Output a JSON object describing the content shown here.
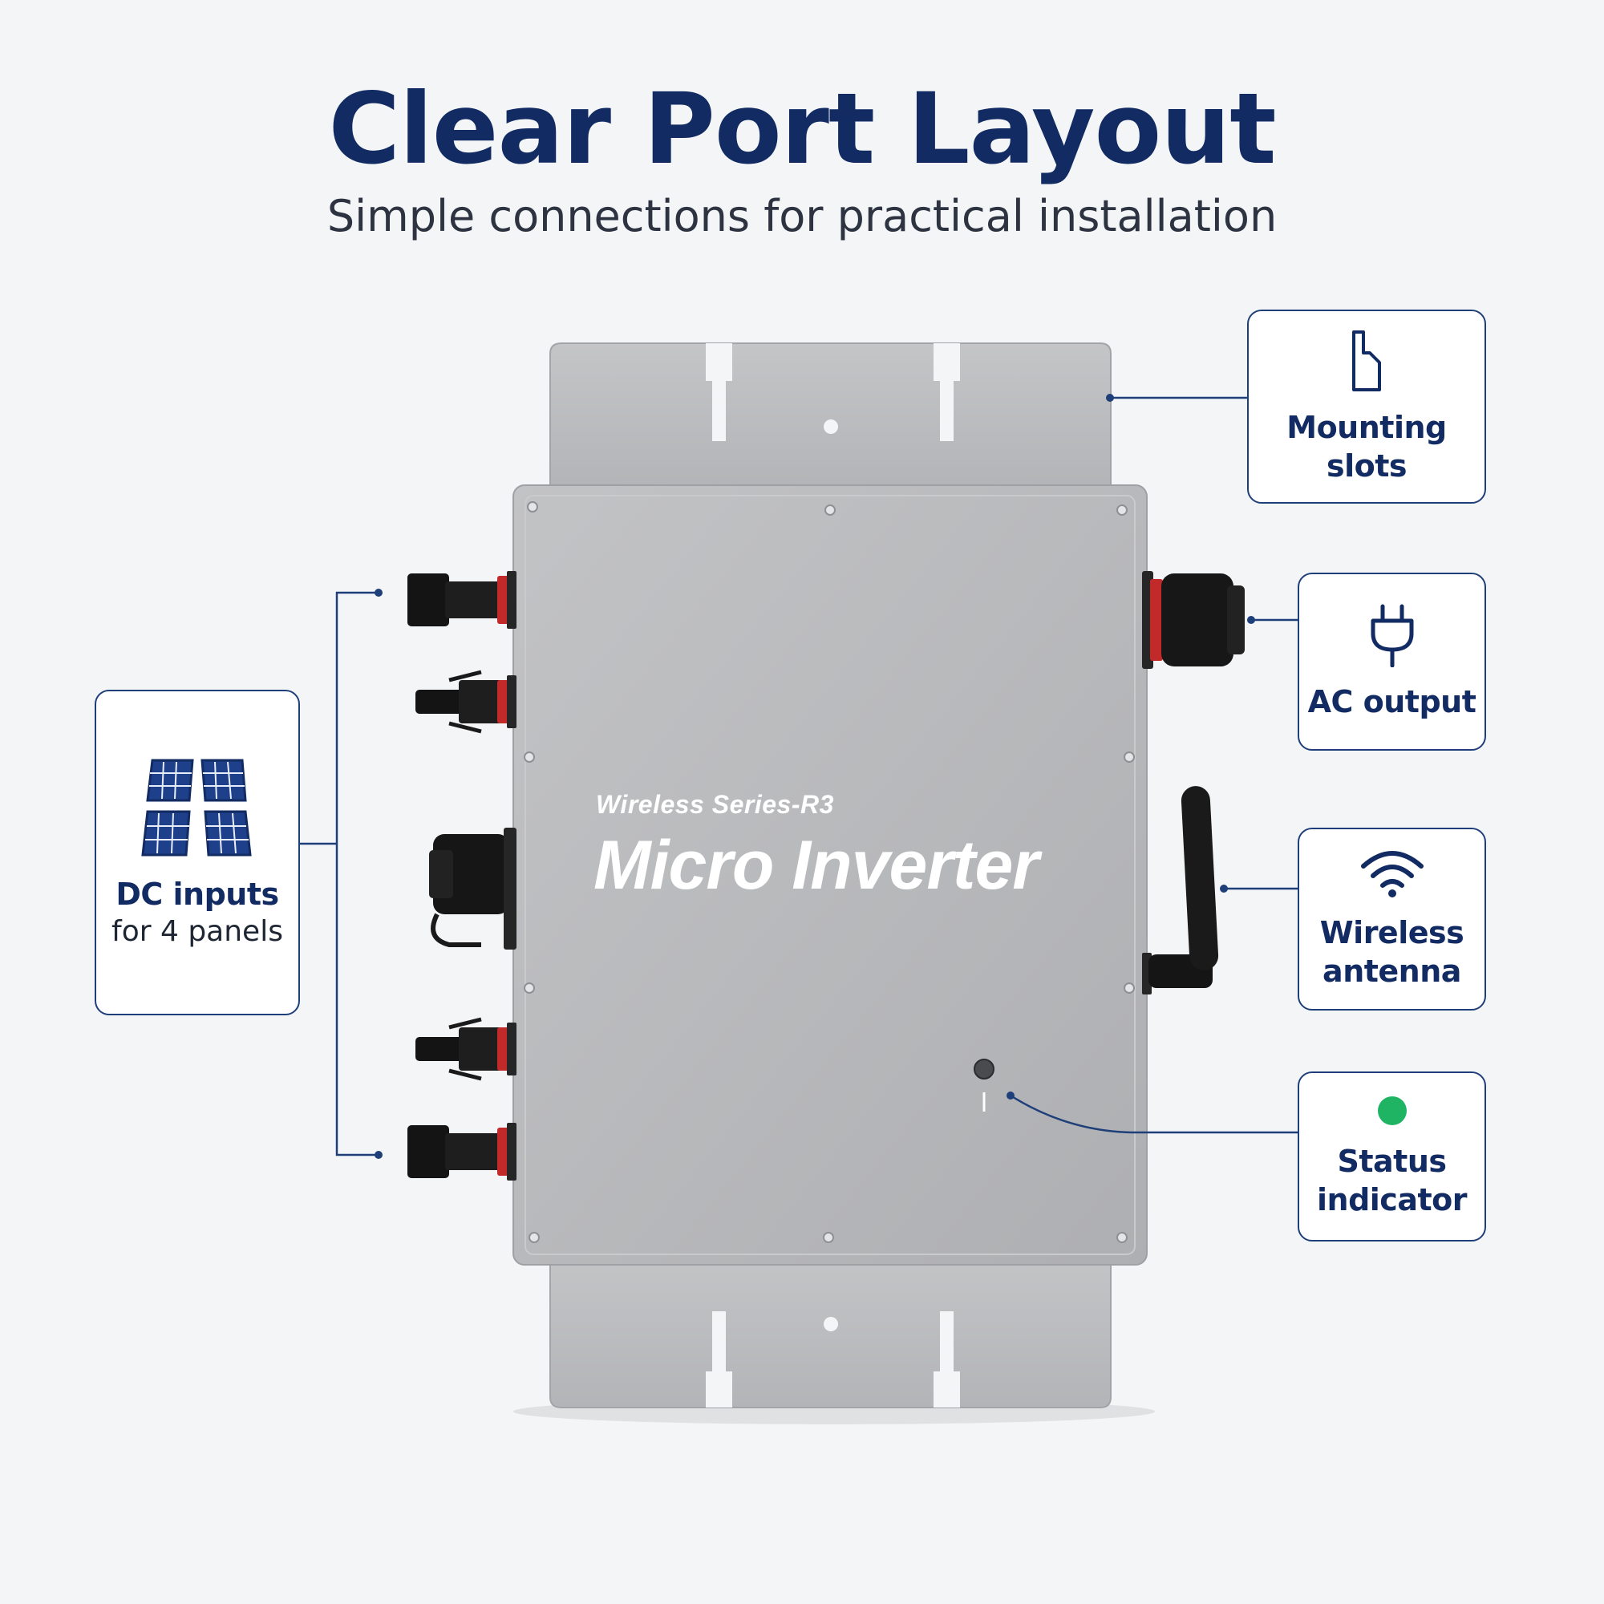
{
  "header": {
    "title": "Clear Port Layout",
    "subtitle": "Simple connections for practical installation"
  },
  "device": {
    "series": "Wireless Series-R3",
    "name": "Micro Inverter"
  },
  "callouts": {
    "dc_inputs": {
      "label": "DC inputs",
      "sublabel": "for 4 panels",
      "icon": "solar-panels-icon"
    },
    "mounting_slots": {
      "label_line1": "Mounting",
      "label_line2": "slots",
      "icon": "mounting-slot-icon"
    },
    "ac_output": {
      "label": "AC output",
      "icon": "plug-icon"
    },
    "wireless_antenna": {
      "label_line1": "Wireless",
      "label_line2": "antenna",
      "icon": "wifi-icon"
    },
    "status_indicator": {
      "label_line1": "Status",
      "label_line2": "indicator",
      "icon": "status-dot-icon"
    }
  },
  "colors": {
    "navy": "#122b63",
    "line": "#1f3f7a",
    "status_green": "#1fb463",
    "housing": "#b7b8ba"
  }
}
